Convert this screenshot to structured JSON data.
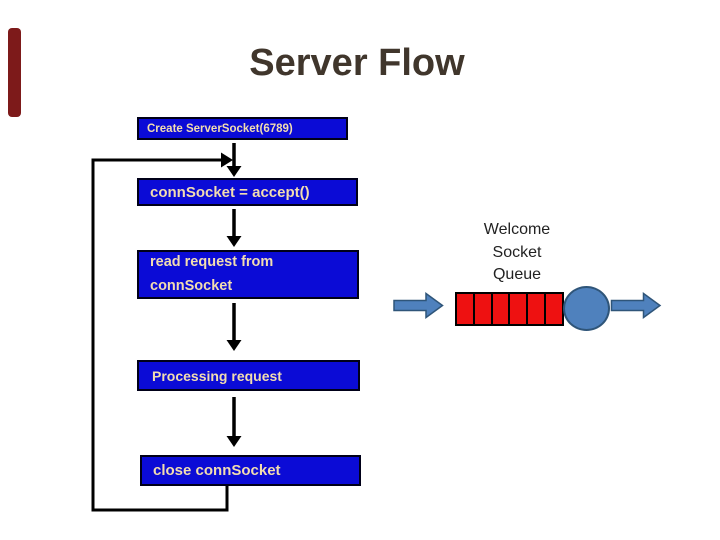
{
  "slide": {
    "title": "Server Flow"
  },
  "flowchart": {
    "boxes": [
      {
        "id": "create-serversocket",
        "label": "Create ServerSocket(6789)"
      },
      {
        "id": "accept-connection",
        "label": "connSocket = accept()"
      },
      {
        "id": "read-request",
        "label": "read request from\nconnSocket"
      },
      {
        "id": "processing-request",
        "label": "Processing request"
      },
      {
        "id": "close-connection",
        "label": "close connSocket"
      }
    ],
    "connectors": [
      "down-arrow",
      "down-arrow",
      "down-arrow",
      "down-arrow",
      "loop-back-arrow"
    ]
  },
  "queue": {
    "label": "Welcome\nSocket\nQueue",
    "cell_count": 6,
    "in_icon": "right-block-arrow-icon",
    "out_icon": "right-block-arrow-icon"
  },
  "colors": {
    "box_fill": "#0b0bd6",
    "box_text": "#f2ddb0",
    "box_border": "#000018",
    "queue_cell": "#ee1111",
    "queue_border": "#000000",
    "arrow": "#000000",
    "connector_blue": "#4f81bd",
    "connector_blue_border": "#2f5579",
    "accent_bar": "#7d1a1a",
    "title_text": "#40362c",
    "label_text": "#222222"
  }
}
